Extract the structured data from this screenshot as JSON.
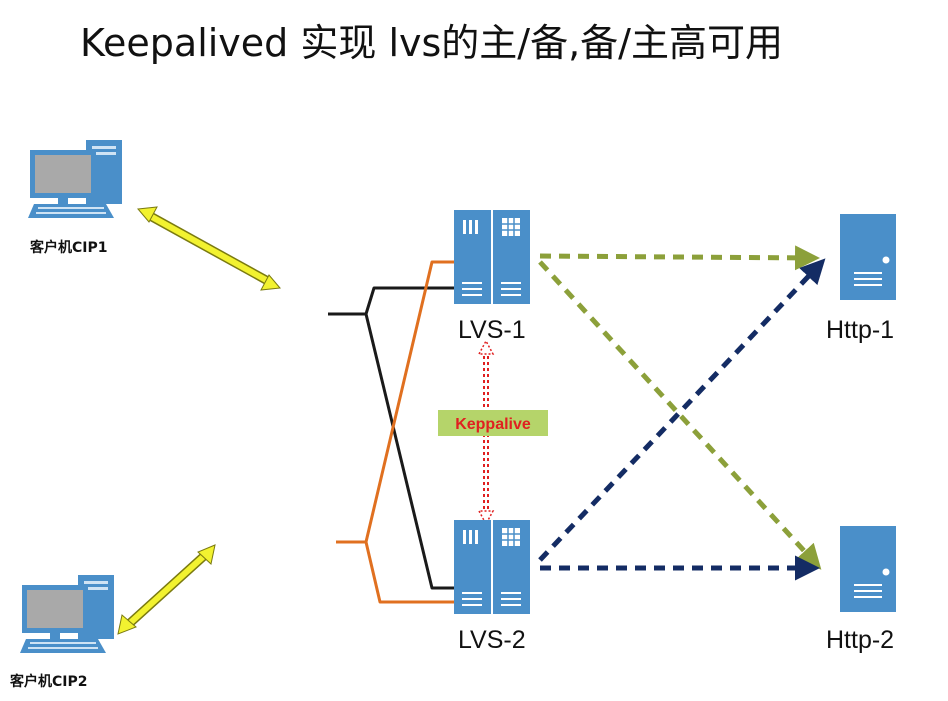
{
  "title": "Keepalived  实现 lvs的主/备,备/主高可用",
  "nodes": {
    "client1": {
      "label": "客户机CIP1"
    },
    "client2": {
      "label": "客户机CIP2"
    },
    "lvs1": {
      "label": "LVS-1"
    },
    "lvs2": {
      "label": "LVS-2"
    },
    "http1": {
      "label": "Http-1"
    },
    "http2": {
      "label": "Http-2"
    }
  },
  "heartbeat": {
    "label": "Keppalive"
  },
  "colors": {
    "server_blue": "#4a8fc9",
    "server_light": "#9fc6e8",
    "client_link": "#f2f230",
    "black_link": "#1a1a1a",
    "orange_link": "#e07020",
    "lvs1_dashes": "#8ca03a",
    "lvs2_dashes": "#142c64",
    "heartbeat_red": "#e02020",
    "heartbeat_bg": "#b5d46a"
  }
}
